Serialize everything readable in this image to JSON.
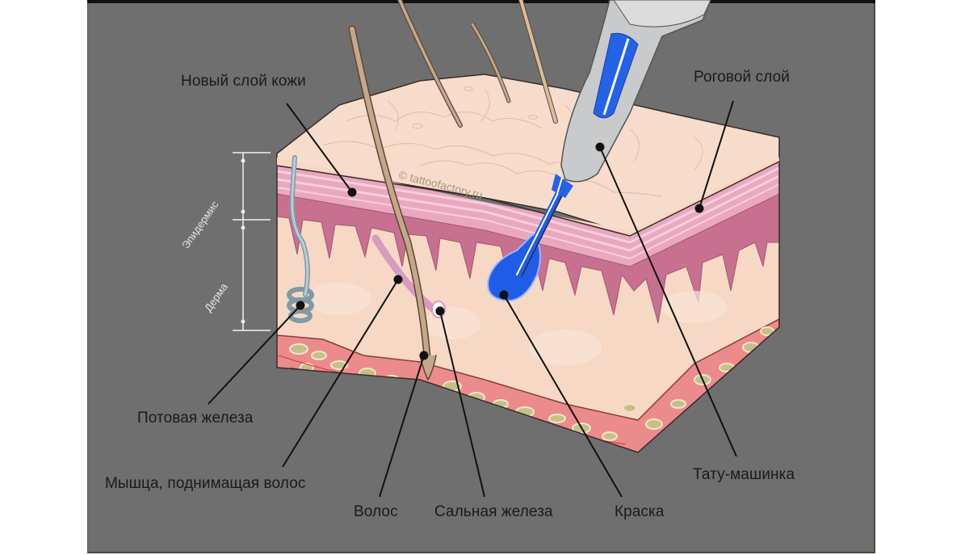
{
  "diagram": {
    "title": "",
    "watermark": "© tattoofactory.ru",
    "colors": {
      "background": "#6f6f6f",
      "epidermis_top": "#f7d9c8",
      "stratum_lines": "#e9a9c0",
      "dermis_papillae": "#c86f8e",
      "dermis": "#f5d6c2",
      "hypodermis": "#ec8a8a",
      "fat_cells": "#c9c08a",
      "ink": "#1f5de8",
      "machine_body": "#c9cacc",
      "hair": "#b99b7c",
      "sweat_gland": "#9fb8c2",
      "label_text": "#1a1a1a",
      "scale_text": "#e6e6e6"
    },
    "scale": {
      "epidermis": "Эпидермис",
      "dermis": "Дерма"
    },
    "labels": {
      "new_skin_layer": "Новый слой кожи",
      "stratum_corneum": "Роговой слой",
      "sweat_gland": "Потовая железа",
      "arrector_muscle": "Мышца, поднимащая волос",
      "hair": "Волос",
      "sebaceous_gland": "Сальная железа",
      "ink": "Краска",
      "tattoo_machine": "Тату-машинка"
    }
  }
}
